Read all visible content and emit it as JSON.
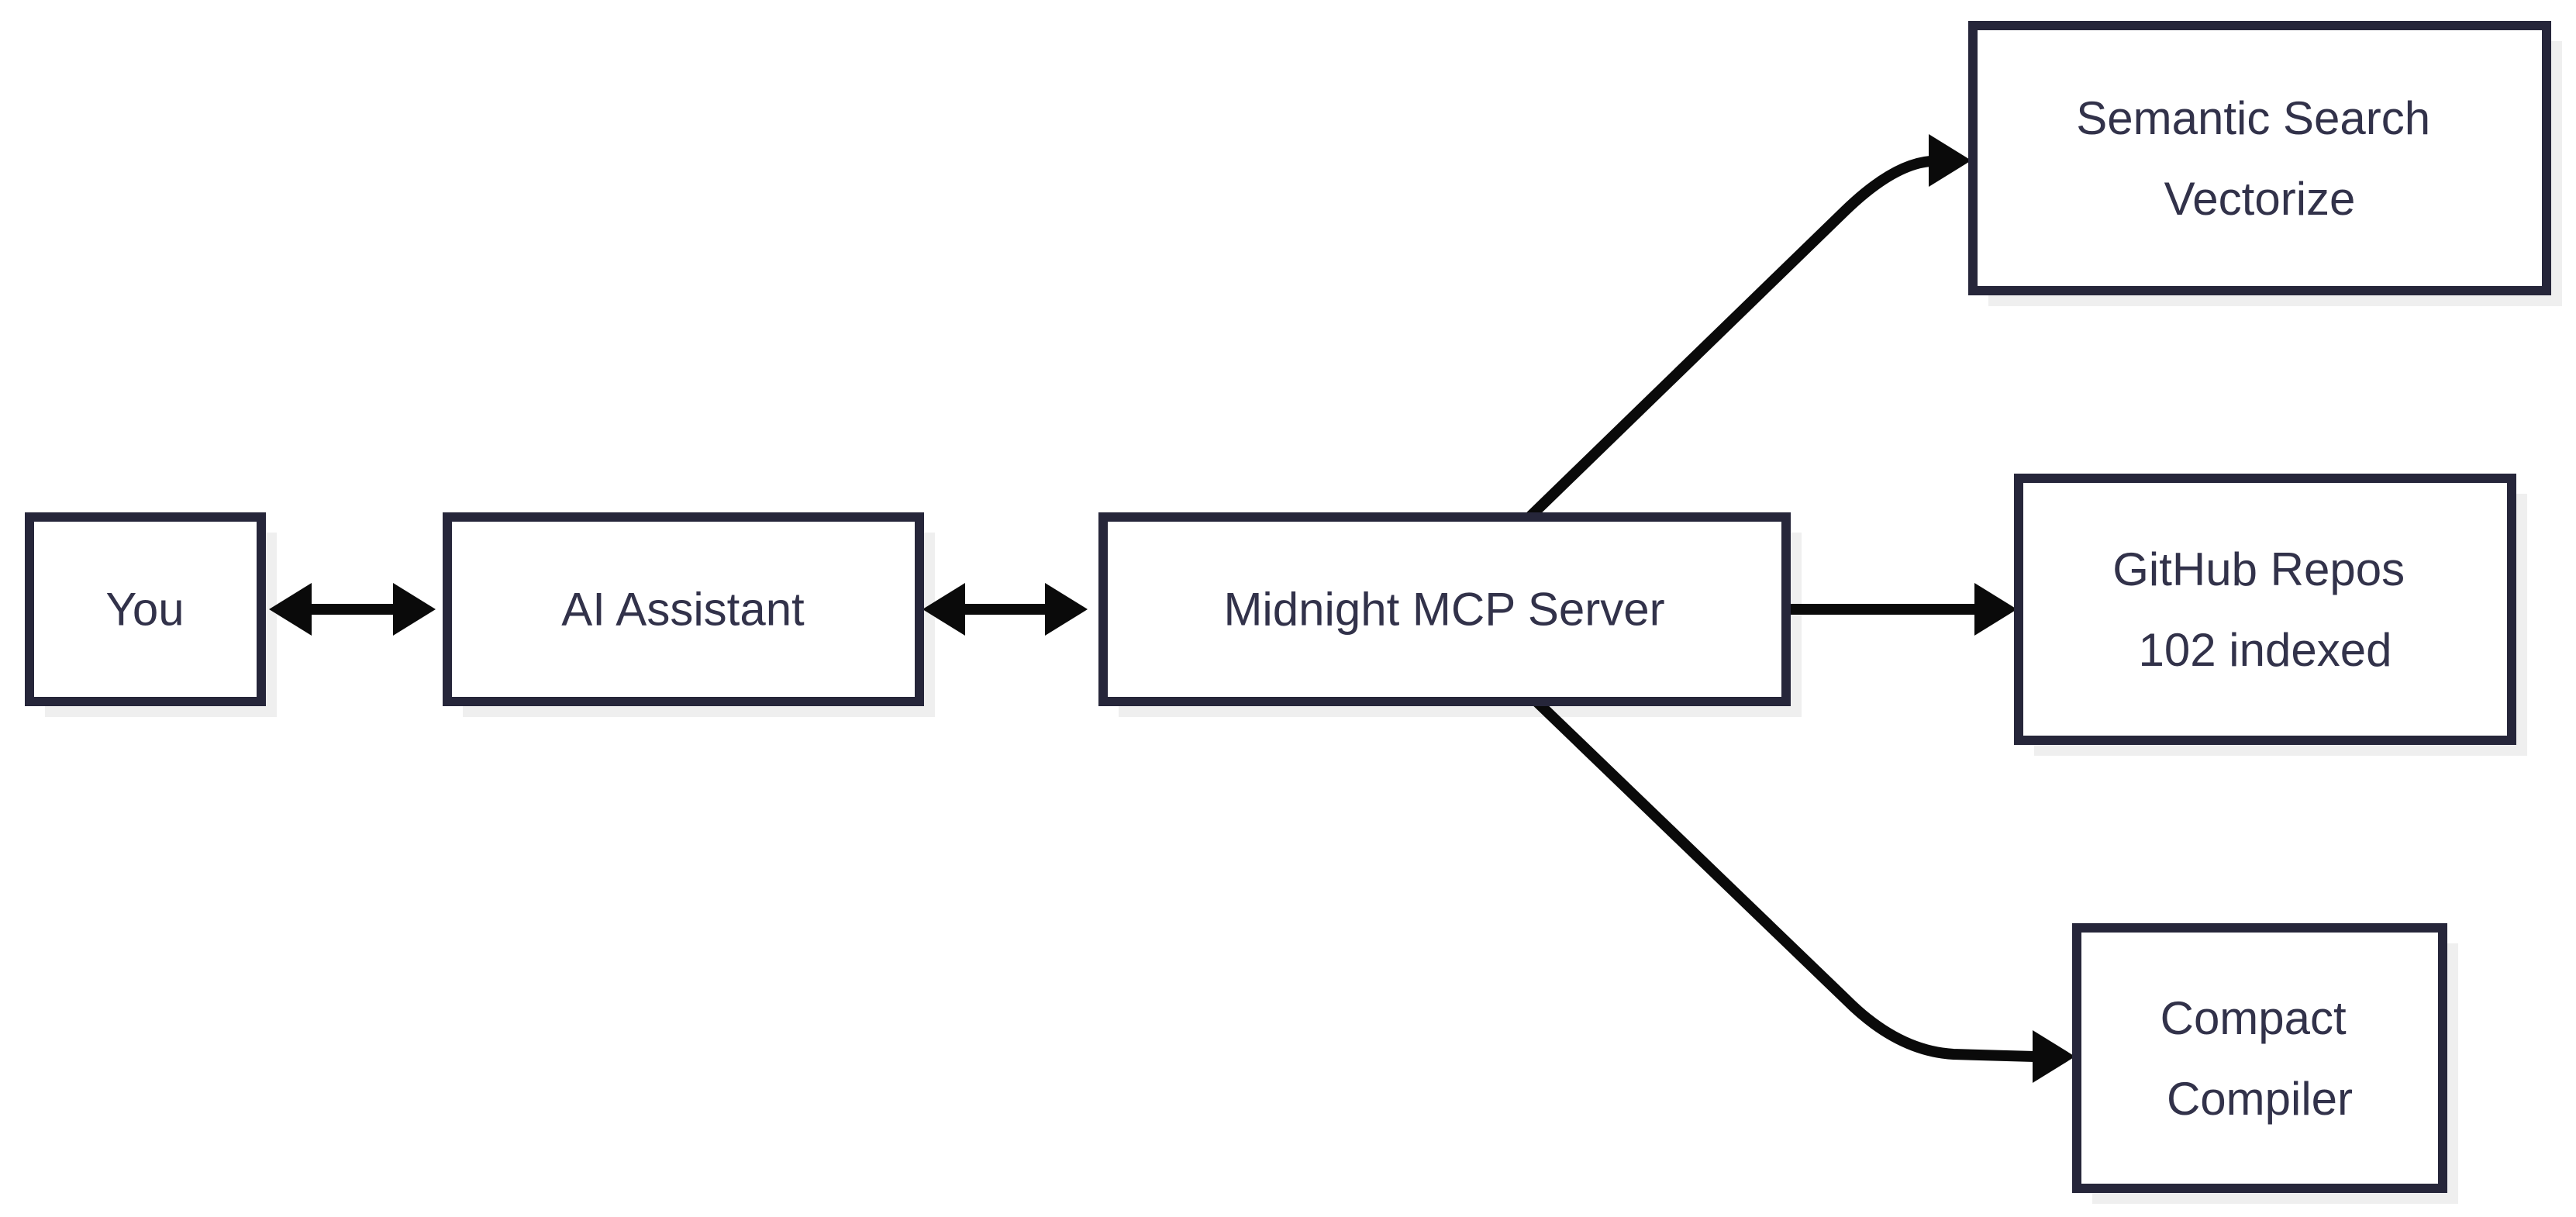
{
  "diagram": {
    "nodes": {
      "you": {
        "lines": [
          "You"
        ]
      },
      "ai_assistant": {
        "lines": [
          "AI Assistant"
        ]
      },
      "mcp_server": {
        "lines": [
          "Midnight MCP Server"
        ]
      },
      "semantic_search": {
        "lines": [
          "Semantic Search",
          "Vectorize"
        ]
      },
      "github_repos": {
        "lines": [
          "GitHub Repos",
          "102 indexed"
        ]
      },
      "compact_compiler": {
        "lines": [
          "Compact",
          "Compiler"
        ]
      }
    },
    "edges": [
      {
        "from": "you",
        "to": "ai_assistant",
        "direction": "bidirectional"
      },
      {
        "from": "ai_assistant",
        "to": "mcp_server",
        "direction": "bidirectional"
      },
      {
        "from": "mcp_server",
        "to": "semantic_search",
        "direction": "forward"
      },
      {
        "from": "mcp_server",
        "to": "github_repos",
        "direction": "forward"
      },
      {
        "from": "mcp_server",
        "to": "compact_compiler",
        "direction": "forward"
      }
    ],
    "colors": {
      "background": "#ffffff",
      "node_fill": "#ffffff",
      "border": "#26263a",
      "text": "#32324a",
      "arrow": "#0a0a0a",
      "shadow": "#efefef"
    }
  }
}
